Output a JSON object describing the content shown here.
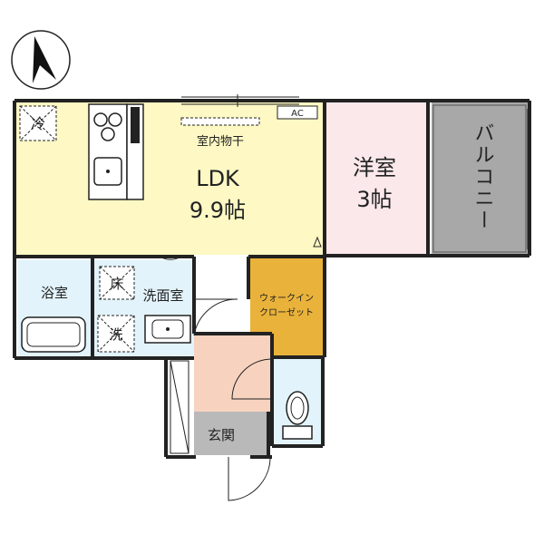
{
  "rooms": {
    "ldk": {
      "name": "LDK",
      "size": "9.9帖",
      "drying_label": "室内物干",
      "ac_label": "AC"
    },
    "western": {
      "name": "洋室",
      "size": "3帖"
    },
    "balcony": {
      "name": "バルコニー"
    },
    "bath": {
      "name": "浴室"
    },
    "washroom": {
      "name": "洗面室"
    },
    "closet": {
      "line1": "ウォークイン",
      "line2": "クローゼット"
    },
    "entrance": {
      "name": "玄関"
    }
  },
  "symbols": {
    "fridge": "冷",
    "floor": "床",
    "laundry": "洗"
  },
  "colors": {
    "ldk": "#fdf8c4",
    "western": "#fbe8ea",
    "balcony": "#a8a8a8",
    "wet": "#e2f3fb",
    "closet": "#e9b23a",
    "hall": "#f7d3bf",
    "entrance": "#b9b9b9",
    "wall": "#222222"
  }
}
